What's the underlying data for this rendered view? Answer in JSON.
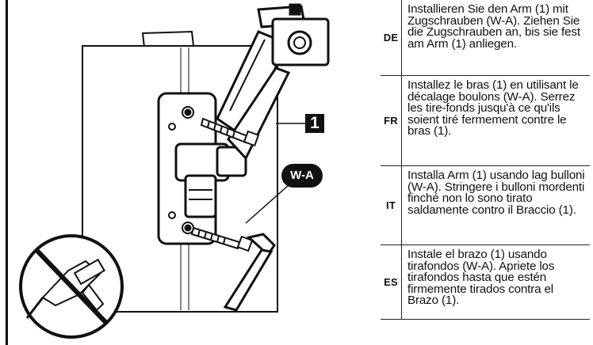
{
  "figure": {
    "part_label": "1",
    "fastener_label": "W-A"
  },
  "instructions": [
    {
      "lang": "DE",
      "text": "Installieren Sie den Arm (1) mit Zugschrauben (W-A). Ziehen Sie die Zugschrauben an, bis sie fest am Arm (1) anliegen."
    },
    {
      "lang": "FR",
      "text": "Installez le bras (1) en utilisant le décalage boulons (W-A). Serrez les tire-fonds jusqu'à ce qu'ils soient tiré fermement contre le bras (1)."
    },
    {
      "lang": "IT",
      "text": "Installa Arm (1) usando lag bulloni (W-A). Stringere i bulloni mordenti finché non lo sono tirato saldamente contro il Braccio (1)."
    },
    {
      "lang": "ES",
      "text": "Instale el brazo (1) usando tirafondos (W-A). Apriete los tirafondos hasta que estén firmemente tirados contra el Brazo (1)."
    }
  ]
}
